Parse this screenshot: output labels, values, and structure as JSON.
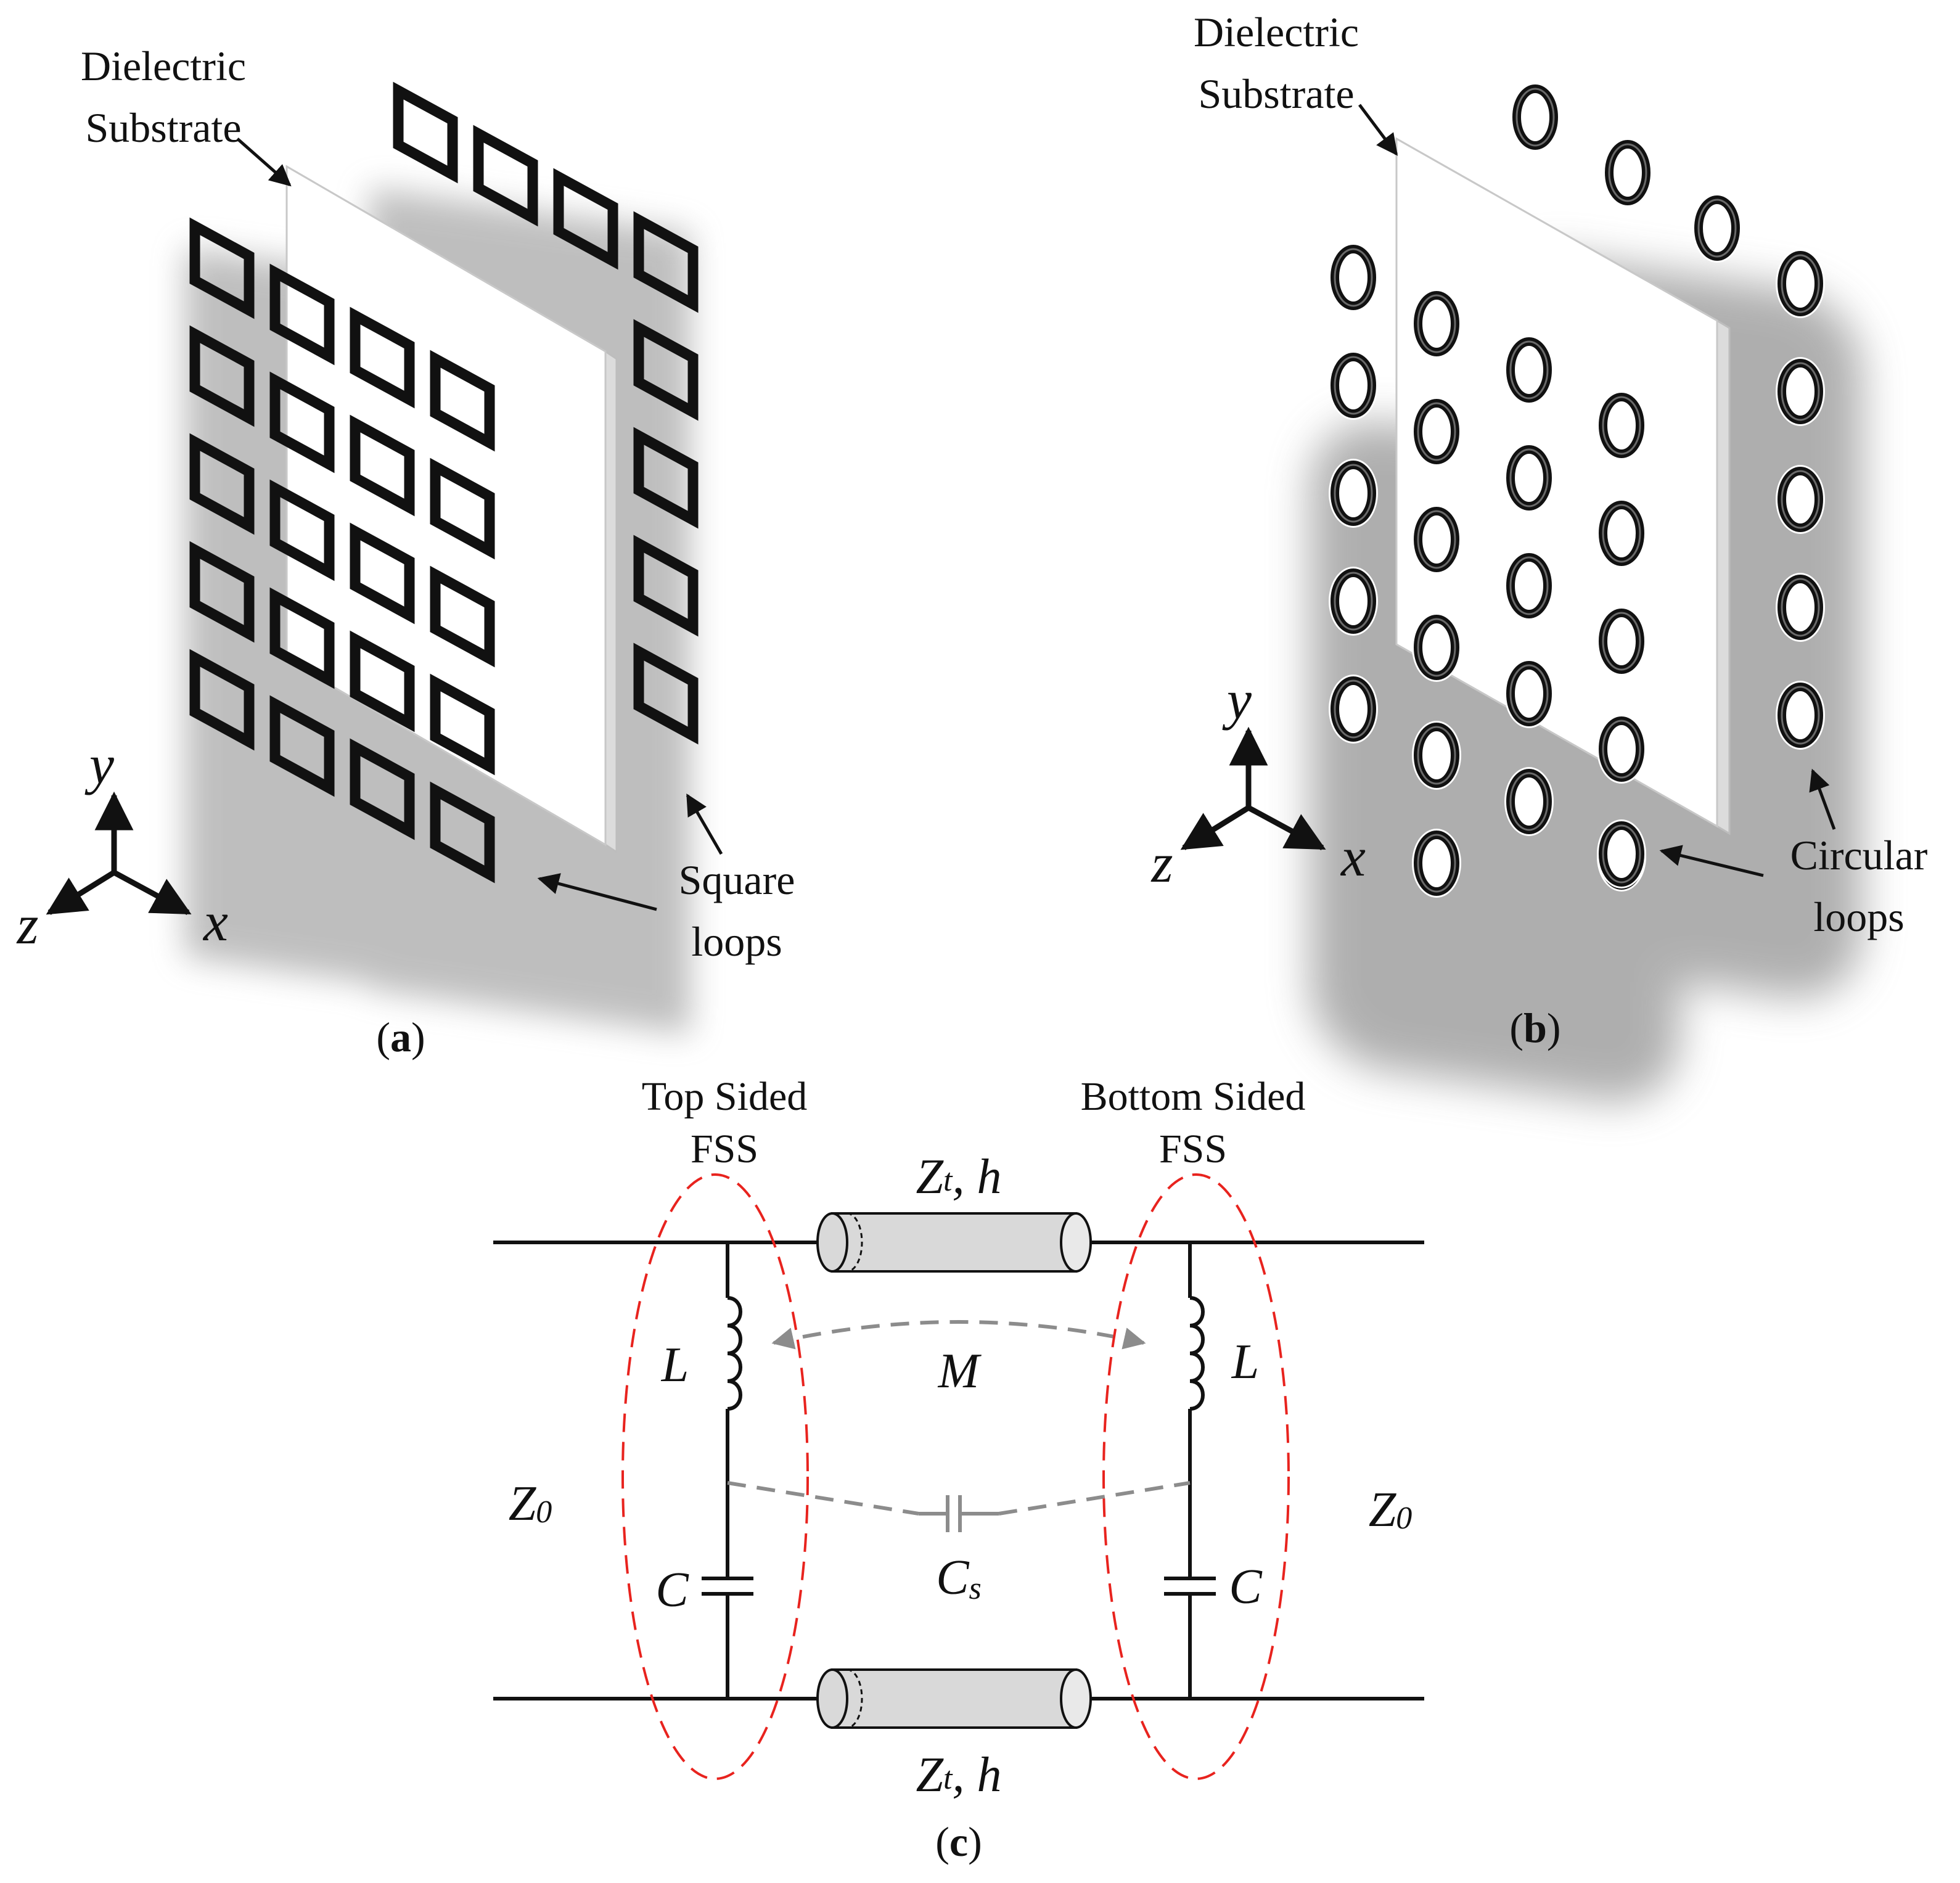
{
  "panel_a": {
    "substrate_label_line1": "Dielectric",
    "substrate_label_line2": "Substrate",
    "loops_label_line1": "Square",
    "loops_label_line2": "loops",
    "axis_y": "y",
    "axis_x": "x",
    "axis_z": "z",
    "caption_open": "(",
    "caption_letter": "a",
    "caption_close": ")"
  },
  "panel_b": {
    "substrate_label_line1": "Dielectric",
    "substrate_label_line2": "Substrate",
    "loops_label_line1": "Circular",
    "loops_label_line2": "loops",
    "axis_y": "y",
    "axis_x": "x",
    "axis_z": "z",
    "caption_open": "(",
    "caption_letter": "b",
    "caption_close": ")"
  },
  "panel_c": {
    "top_fss_line1": "Top Sided",
    "top_fss_line2": "FSS",
    "bottom_fss_line1": "Bottom Sided",
    "bottom_fss_line2": "FSS",
    "tline_top_main": "Z",
    "tline_top_sub": "t",
    "tline_top_rest": ", h",
    "tline_bottom_main": "Z",
    "tline_bottom_sub": "t",
    "tline_bottom_rest": ", h",
    "inductor_left": "L",
    "inductor_right": "L",
    "mutual": "M",
    "cap_left": "C",
    "cap_right": "C",
    "coupling_cap_main": "C",
    "coupling_cap_sub": "s",
    "z0_left_main": "Z",
    "z0_left_sub": "0",
    "z0_right_main": "Z",
    "z0_right_sub": "0",
    "caption_open": "(",
    "caption_letter": "c",
    "caption_close": ")"
  },
  "colors": {
    "loop": "#111111",
    "substrate_face": "#ffffff",
    "substrate_edge": "#cfcfcf",
    "shadow": "#8a8a8a",
    "fss_ellipse": "#e8231e",
    "coupling_dash": "#8c8c8c",
    "tline_fill": "#d9d9d9"
  },
  "icons": {
    "square_loop": "square-loop-icon",
    "circular_loop": "circular-loop-icon",
    "inductor": "inductor-coil-icon",
    "capacitor": "capacitor-icon",
    "transmission_line": "coaxial-cylinder-icon"
  }
}
